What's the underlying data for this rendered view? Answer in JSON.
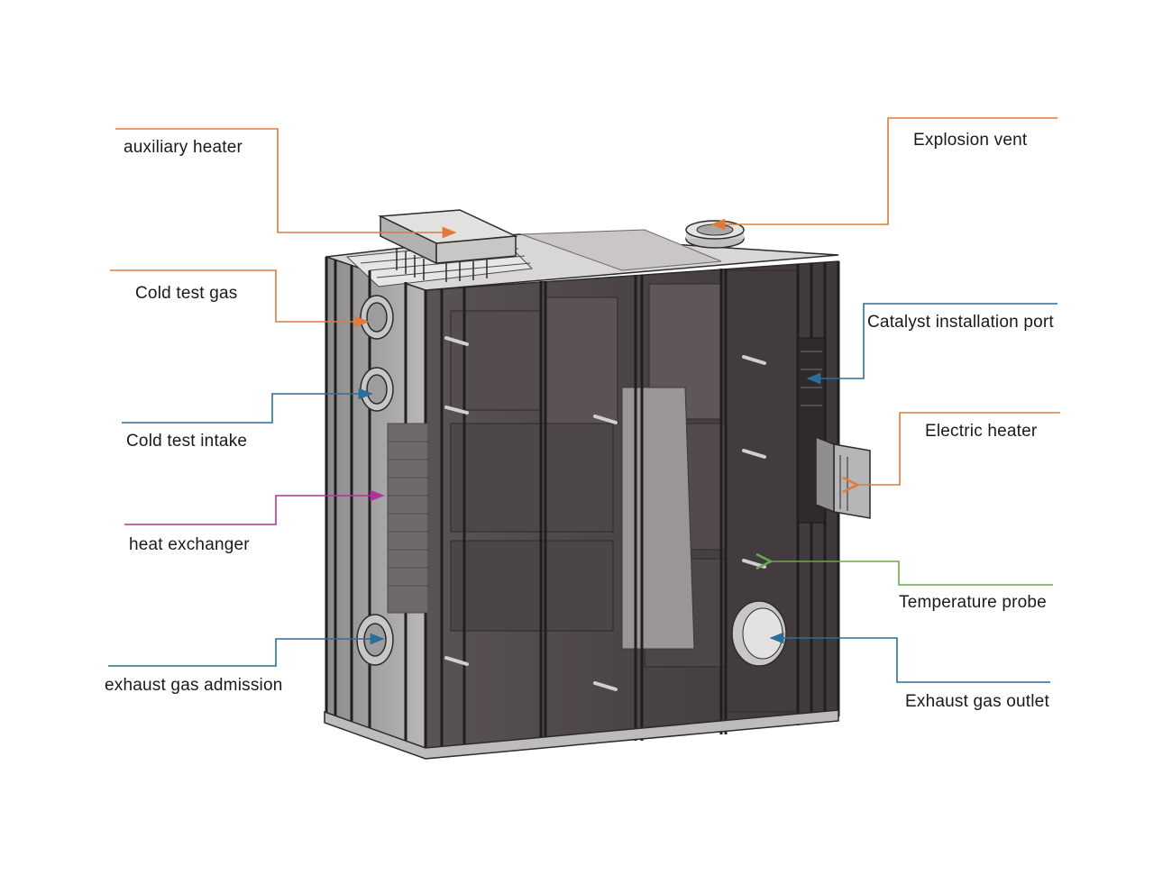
{
  "labels": {
    "auxiliary_heater": "auxiliary heater",
    "cold_test_gas": "Cold test gas",
    "cold_test_intake": "Cold test intake",
    "heat_exchanger": "heat exchanger",
    "exhaust_gas_admission": "exhaust gas admission",
    "explosion_vent": "Explosion vent",
    "catalyst_installation_port": "Catalyst installation port",
    "electric_heater": "Electric heater",
    "temperature_probe": "Temperature probe",
    "exhaust_gas_outlet": "Exhaust gas outlet"
  },
  "colors": {
    "orange": "#e07a3a",
    "blue": "#2a6f97",
    "magenta": "#b0359a",
    "green": "#6aa84f",
    "body_dark": "#4a4346",
    "frame": "#2b2b2b",
    "panel_light": "#d9d7d6"
  }
}
